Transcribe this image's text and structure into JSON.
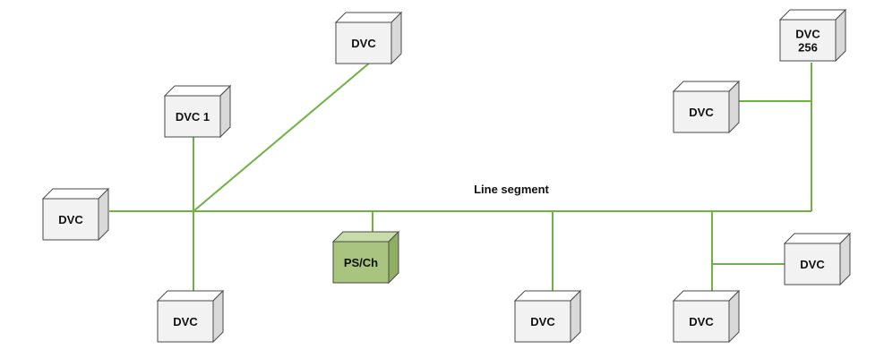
{
  "colors": {
    "line": "#6fb143",
    "device_front": "#f2f2f2",
    "device_top": "#ffffff",
    "device_side": "#d9d9d9",
    "power_front": "#a9c47f",
    "power_top": "#c8dca9",
    "power_side": "#8fae62",
    "outline": "#4a4a4a"
  },
  "segment_label": "Line segment",
  "nodes": {
    "dvc_top_center": {
      "label": [
        "DVC"
      ]
    },
    "dvc_1": {
      "label": [
        "DVC 1"
      ]
    },
    "dvc_left": {
      "label": [
        "DVC"
      ]
    },
    "dvc_bottom_left": {
      "label": [
        "DVC"
      ]
    },
    "ps_ch": {
      "label": [
        "PS/Ch"
      ]
    },
    "dvc_bottom_mid": {
      "label": [
        "DVC"
      ]
    },
    "dvc_bottom_right": {
      "label": [
        "DVC"
      ]
    },
    "dvc_right_lower": {
      "label": [
        "DVC"
      ]
    },
    "dvc_right_upper": {
      "label": [
        "DVC"
      ]
    },
    "dvc_256": {
      "label": [
        "DVC",
        "256"
      ]
    }
  }
}
